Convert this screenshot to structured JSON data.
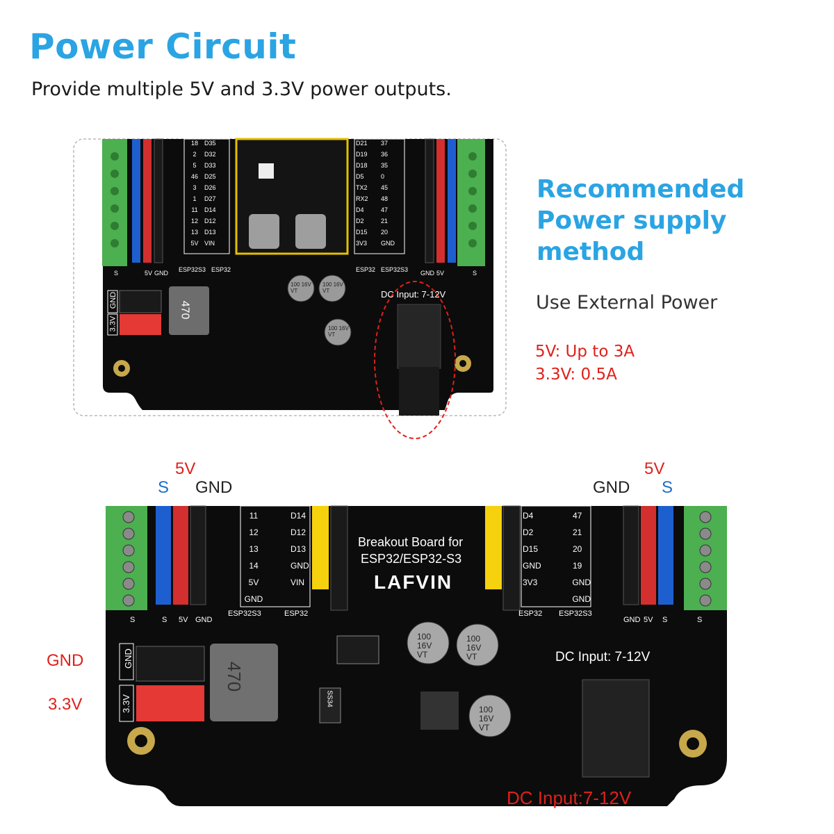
{
  "header": {
    "title": "Power Circuit",
    "subtitle": "Provide multiple 5V and 3.3V power outputs."
  },
  "side_panel": {
    "heading_lines": [
      "Recommended",
      "Power supply",
      "method"
    ],
    "method": "Use External Power",
    "spec_5v": "5V: Up to 3A",
    "spec_33v": "3.3V: 0.5A"
  },
  "top_board": {
    "dc_label": "DC Input: 7-12V",
    "left_pins": [
      [
        "18",
        "D35"
      ],
      [
        "2",
        "D32"
      ],
      [
        "5",
        "D33"
      ],
      [
        "46",
        "D25"
      ],
      [
        "3",
        "D26"
      ],
      [
        "1",
        "D27"
      ],
      [
        "11",
        "D14"
      ],
      [
        "12",
        "D12"
      ],
      [
        "13",
        "D13"
      ],
      [
        "5V",
        "VIN"
      ]
    ],
    "right_pins": [
      [
        "D21",
        "37"
      ],
      [
        "D19",
        "36"
      ],
      [
        "D18",
        "35"
      ],
      [
        "D5",
        "0"
      ],
      [
        "TX2",
        "45"
      ],
      [
        "RX2",
        "48"
      ],
      [
        "D4",
        "47"
      ],
      [
        "D2",
        "21"
      ],
      [
        "D15",
        "20"
      ],
      [
        "3V3",
        "GND"
      ]
    ],
    "chip_labels": [
      "ESP32S3",
      "ESP32",
      "ESP32",
      "ESP32S3"
    ],
    "col_labels": [
      "S",
      "5V",
      "GND",
      "GND",
      "5V",
      "S"
    ],
    "gnd_label": "GND",
    "v33_label": "3.3V",
    "inductor": "470",
    "cap1": "100 16V VT",
    "cap2": "100 16V VT",
    "cap3": "100 16V VT"
  },
  "bottom_board": {
    "top_labels_left": {
      "s": "S",
      "v5": "5V",
      "gnd": "GND"
    },
    "top_labels_right": {
      "gnd": "GND",
      "v5": "5V",
      "s": "S"
    },
    "side_gnd": "GND",
    "side_33v": "3.3V",
    "dc_bottom": "DC Input:7-12V",
    "dc_board": "DC Input: 7-12V",
    "breakout_line1": "Breakout Board for",
    "breakout_line2": "ESP32/ESP32-S3",
    "brand": "LAFVIN",
    "left_pins": [
      [
        "11",
        "D14"
      ],
      [
        "12",
        "D12"
      ],
      [
        "13",
        "D13"
      ],
      [
        "14",
        "GND"
      ],
      [
        "5V",
        "VIN"
      ],
      [
        "GND",
        ""
      ]
    ],
    "right_pins": [
      [
        "D4",
        "47"
      ],
      [
        "D2",
        "21"
      ],
      [
        "D15",
        "20"
      ],
      [
        "GND",
        "19"
      ],
      [
        "3V3",
        "GND"
      ],
      [
        "",
        "GND"
      ]
    ],
    "chip_left": [
      "ESP32S3",
      "ESP32"
    ],
    "chip_right": [
      "ESP32",
      "ESP32S3"
    ],
    "col_left": [
      "S",
      "S",
      "5V",
      "GND"
    ],
    "col_right": [
      "GND",
      "5V",
      "S",
      "S"
    ],
    "hdr_gnd": "GND",
    "hdr_33v": "3.3V",
    "inductor": "470",
    "cap1": "100 16V VT",
    "cap2": "100 16V VT",
    "cap3": "100 16V VT",
    "diode": "SS34"
  },
  "colors": {
    "accent_blue": "#2aa4e3",
    "label_red": "#e0201a",
    "label_blue": "#1e6fc8",
    "pcb": "#0c0c0c",
    "terminal_green": "#4caf50"
  }
}
